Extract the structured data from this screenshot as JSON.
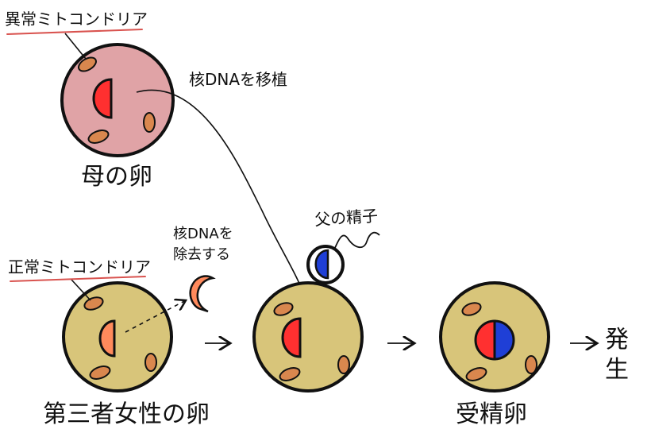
{
  "labels": {
    "abnormal_mito": "異常ミトコンドリア",
    "normal_mito": "正常ミトコンドリア",
    "nuclear_transfer": "核DNAを移植",
    "nuclear_remove_line1": "核DNAを",
    "nuclear_remove_line2": "除去する",
    "mother_egg": "母の卵",
    "third_party_egg": "第三者女性の卵",
    "father_sperm": "父の精子",
    "fertilized_egg": "受精卵",
    "development_line1": "発",
    "development_line2": "生"
  },
  "colors": {
    "mother_egg_fill": "#e0a3a6",
    "donor_egg_fill": "#d8c57a",
    "mitochondria": "#d9874e",
    "maternal_nucleus": "#ff3030",
    "removed_nucleus": "#ff8a5c",
    "paternal_nucleus": "#1f3fd6",
    "label_underline": "#d9534f"
  }
}
